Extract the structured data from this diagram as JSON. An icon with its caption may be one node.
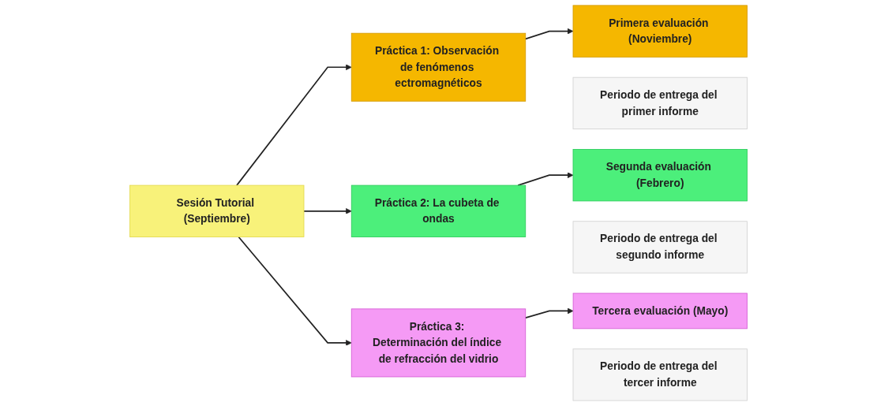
{
  "diagram": {
    "nodes": [
      {
        "text": [
          "Sesión Tutorial (Septiembre)"
        ]
      },
      {
        "text": [
          "Práctica 1: Observación de fenómenos ectromagnéticos"
        ]
      },
      {
        "text": [
          "Periodo de entrega del primer informe"
        ]
      },
      {
        "text": [
          "Primera evaluación (Noviembre)"
        ]
      },
      {
        "text": [
          "Práctica 2: La cubeta de ondas"
        ]
      },
      {
        "text": [
          "Periodo de entrega del segundo informe"
        ]
      },
      {
        "text": [
          "Segunda evaluación (Febrero)"
        ]
      },
      {
        "text": [
          "Práctica 3: Determinación del índice de refracción del vidrio"
        ]
      },
      {
        "text": [
          "Periodo de entrega del tercer informe"
        ]
      },
      {
        "text": [
          "Tercera evaluación (Mayo)"
        ]
      }
    ],
    "edges": [
      {
        "from": 0,
        "to": 1,
        "arrow": "to"
      },
      {
        "from": 0,
        "to": 4,
        "arrow": "to"
      },
      {
        "from": 0,
        "to": 7,
        "arrow": "to"
      },
      {
        "from": 1,
        "to": 3,
        "arrow": "to"
      },
      {
        "from": 4,
        "to": 6,
        "arrow": "to"
      },
      {
        "from": 7,
        "to": 9,
        "arrow": "to"
      }
    ]
  }
}
